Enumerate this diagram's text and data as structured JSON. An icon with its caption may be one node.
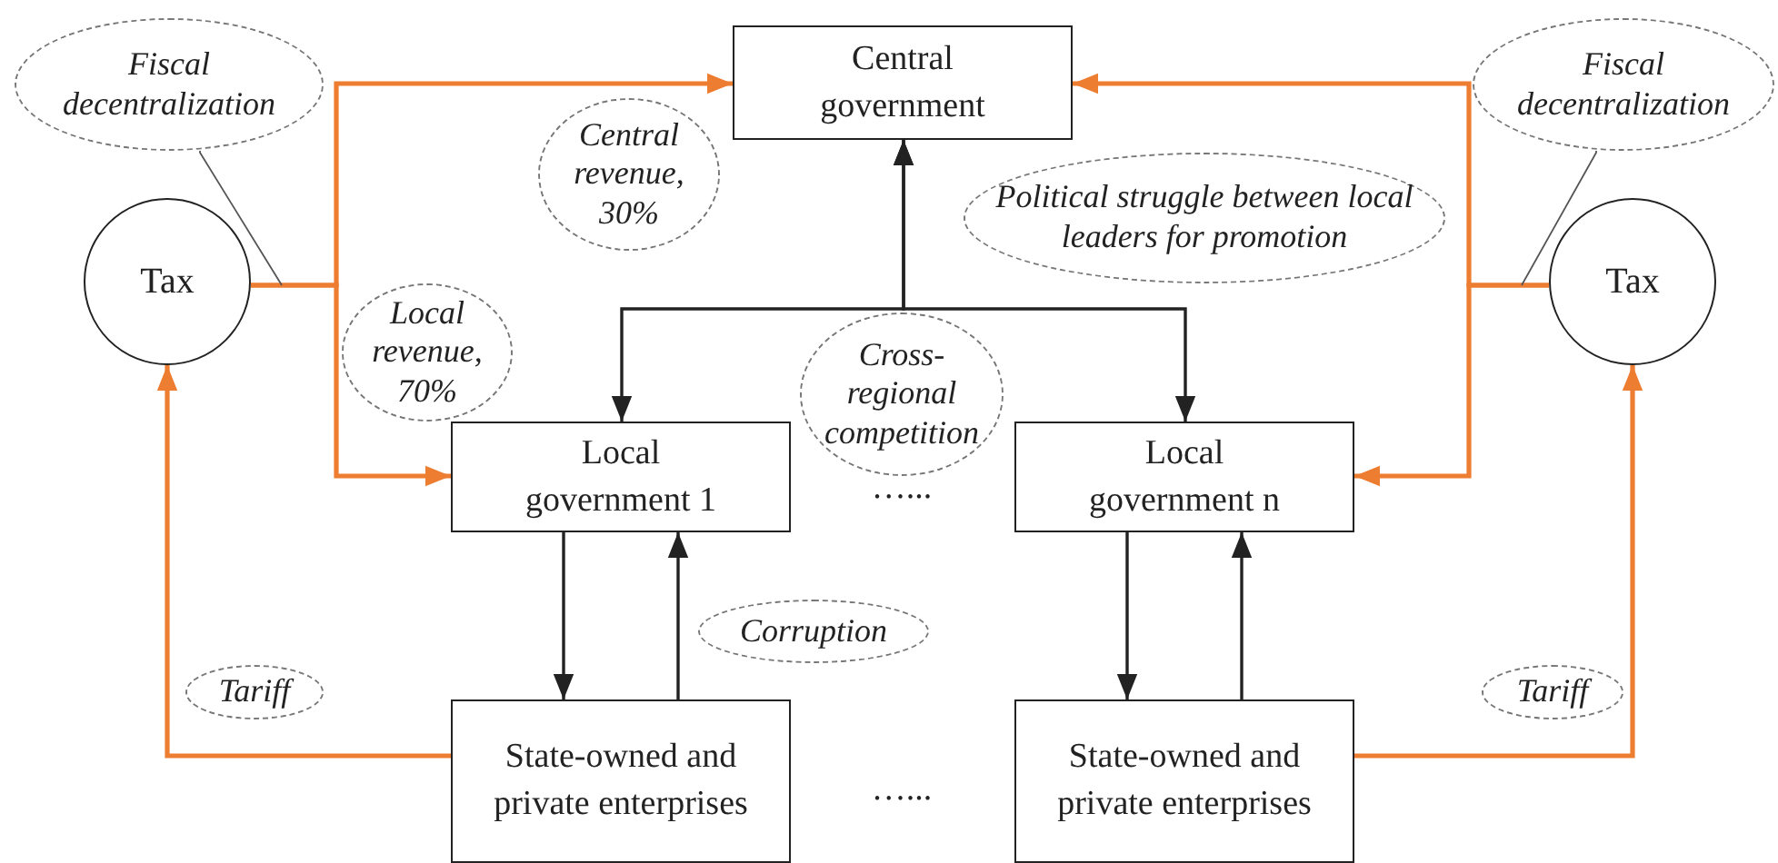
{
  "diagram": {
    "nodes": [
      {
        "text": [
          "Central government"
        ]
      },
      {
        "text": [
          "Tax"
        ]
      },
      {
        "text": [
          "Tax"
        ]
      },
      {
        "text": [
          "Local government 1"
        ]
      },
      {
        "text": [
          "Local government n"
        ]
      },
      {
        "text": [
          "State-owned and private enterprises"
        ]
      },
      {
        "text": [
          "State-owned and private enterprises"
        ]
      },
      {
        "text": [
          "Fiscal decentralization"
        ]
      },
      {
        "text": [
          "Fiscal decentralization"
        ]
      },
      {
        "text": [
          "Central revenue, 30%"
        ]
      },
      {
        "text": [
          "Political struggle between local leaders for promotion"
        ]
      },
      {
        "text": [
          "Local revenue, 70%"
        ]
      },
      {
        "text": [
          "Cross-regional competition"
        ]
      },
      {
        "text": [
          "Corruption"
        ]
      },
      {
        "text": [
          "Tariff"
        ]
      },
      {
        "text": [
          "Tariff"
        ]
      }
    ],
    "edges": [
      {
        "from": 1,
        "to": 0,
        "arrow": "to"
      },
      {
        "from": 1,
        "to": 3,
        "arrow": "to"
      },
      {
        "from": 2,
        "to": 0,
        "arrow": "to"
      },
      {
        "from": 2,
        "to": 4,
        "arrow": "to"
      },
      {
        "from": 5,
        "to": 1,
        "arrow": "to"
      },
      {
        "from": 6,
        "to": 2,
        "arrow": "to"
      },
      {
        "from": 0,
        "to": 3,
        "arrow": "both",
        "color": "#222222"
      },
      {
        "from": 0,
        "to": 4,
        "arrow": "both",
        "color": "#222222"
      },
      {
        "from": 3,
        "to": 5,
        "arrow": "to",
        "color": "#222222"
      },
      {
        "from": 5,
        "to": 3,
        "arrow": "to",
        "color": "#222222"
      },
      {
        "from": 4,
        "to": 6,
        "arrow": "to",
        "color": "#222222"
      },
      {
        "from": 6,
        "to": 4,
        "arrow": "to",
        "color": "#222222"
      },
      {
        "from": 7,
        "to": null,
        "arrow": "none",
        "color": "#555555"
      },
      {
        "from": 8,
        "to": null,
        "arrow": "none",
        "color": "#555555"
      }
    ],
    "labels": [
      "…...",
      "…..."
    ]
  }
}
